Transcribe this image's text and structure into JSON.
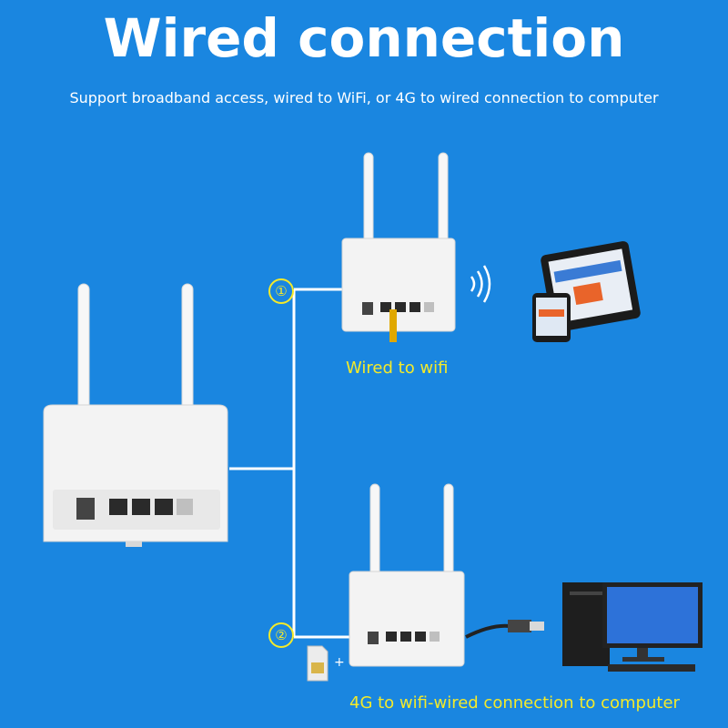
{
  "header": {
    "title": "Wired connection",
    "subtitle": "Support broadband access, wired to WiFi, or 4G to wired connection to computer"
  },
  "steps": [
    {
      "number": "①",
      "label": "Wired to wifi"
    },
    {
      "number": "②",
      "label": "4G to wifi-wired connection to computer"
    }
  ],
  "colors": {
    "background": "#1a86e0",
    "accent": "#f4ea2a",
    "router": "#f2f2f2",
    "line": "#ffffff"
  }
}
